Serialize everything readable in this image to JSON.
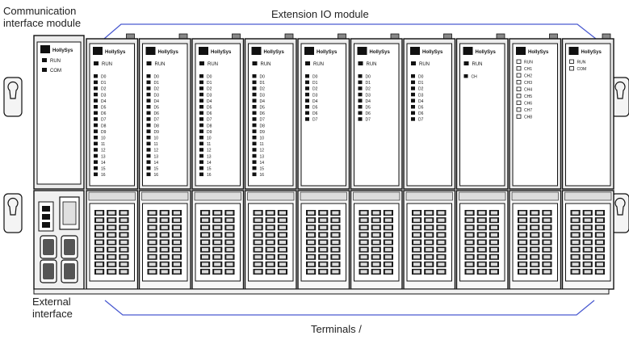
{
  "labels": {
    "comm_line1": "Communication",
    "comm_line2": "interface module",
    "ext_io": "Extension IO module",
    "external_line1": "External",
    "external_line2": "interface",
    "terminals": "Terminals /"
  },
  "comm_module": {
    "brand": "HollySys",
    "led_labels": [
      "RUN",
      "COM"
    ]
  },
  "io_modules": [
    {
      "brand": "HollySys",
      "run": "RUN",
      "channels": [
        "D0",
        "D1",
        "D2",
        "D3",
        "D4",
        "D5",
        "D6",
        "D7",
        "D8",
        "D9",
        "10",
        "11",
        "12",
        "13",
        "14",
        "15",
        "16"
      ]
    },
    {
      "brand": "HollySys",
      "run": "RUN",
      "channels": [
        "D0",
        "D1",
        "D2",
        "D3",
        "D4",
        "D5",
        "D6",
        "D7",
        "D8",
        "D9",
        "10",
        "11",
        "12",
        "13",
        "14",
        "15",
        "16"
      ]
    },
    {
      "brand": "HollySys",
      "run": "RUN",
      "channels": [
        "D0",
        "D1",
        "D2",
        "D3",
        "D4",
        "D5",
        "D6",
        "D7",
        "D8",
        "D9",
        "10",
        "11",
        "12",
        "13",
        "14",
        "15",
        "16"
      ]
    },
    {
      "brand": "HollySys",
      "run": "RUN",
      "channels": [
        "D0",
        "D1",
        "D2",
        "D3",
        "D4",
        "D5",
        "D6",
        "D7",
        "D8",
        "D9",
        "10",
        "11",
        "12",
        "13",
        "14",
        "15",
        "16"
      ]
    },
    {
      "brand": "HollySys",
      "run": "RUN",
      "channels": [
        "D0",
        "D1",
        "D2",
        "D3",
        "D4",
        "D5",
        "D6",
        "D7"
      ]
    },
    {
      "brand": "HollySys",
      "run": "RUN",
      "channels": [
        "D0",
        "D1",
        "D2",
        "D3",
        "D4",
        "D5",
        "D6",
        "D7"
      ]
    },
    {
      "brand": "HollySys",
      "run": "RUN",
      "channels": [
        "D0",
        "D1",
        "D2",
        "D3",
        "D4",
        "D5",
        "D6",
        "D7"
      ]
    },
    {
      "brand": "HollySys",
      "run": "RUN",
      "channels": [
        "CH"
      ]
    }
  ],
  "end_modules": [
    {
      "brand": "HollySys",
      "leds": [
        "RUN",
        "CH1",
        "CH2",
        "CH3",
        "CH4",
        "CH5",
        "CH6",
        "CH7",
        "CH8"
      ]
    },
    {
      "brand": "HollySys",
      "leds": [
        "RUN",
        "COM"
      ]
    }
  ],
  "colors": {
    "bracket": "#4a5ad0",
    "module_body": "#ececec",
    "module_dark": "#111111",
    "outline": "#111111"
  }
}
